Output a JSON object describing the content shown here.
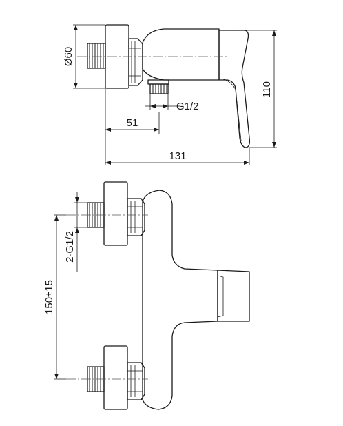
{
  "drawing": {
    "side_view": {
      "dim_diameter": "Ø60",
      "dim_height": "110",
      "dim_thread": "G1/2",
      "dim_offset": "51",
      "dim_length": "131"
    },
    "front_view": {
      "dim_thread_pair": "2-G1/2",
      "dim_spacing": "150±15"
    },
    "colors": {
      "line": "#1a1a1a",
      "background": "#ffffff"
    }
  }
}
